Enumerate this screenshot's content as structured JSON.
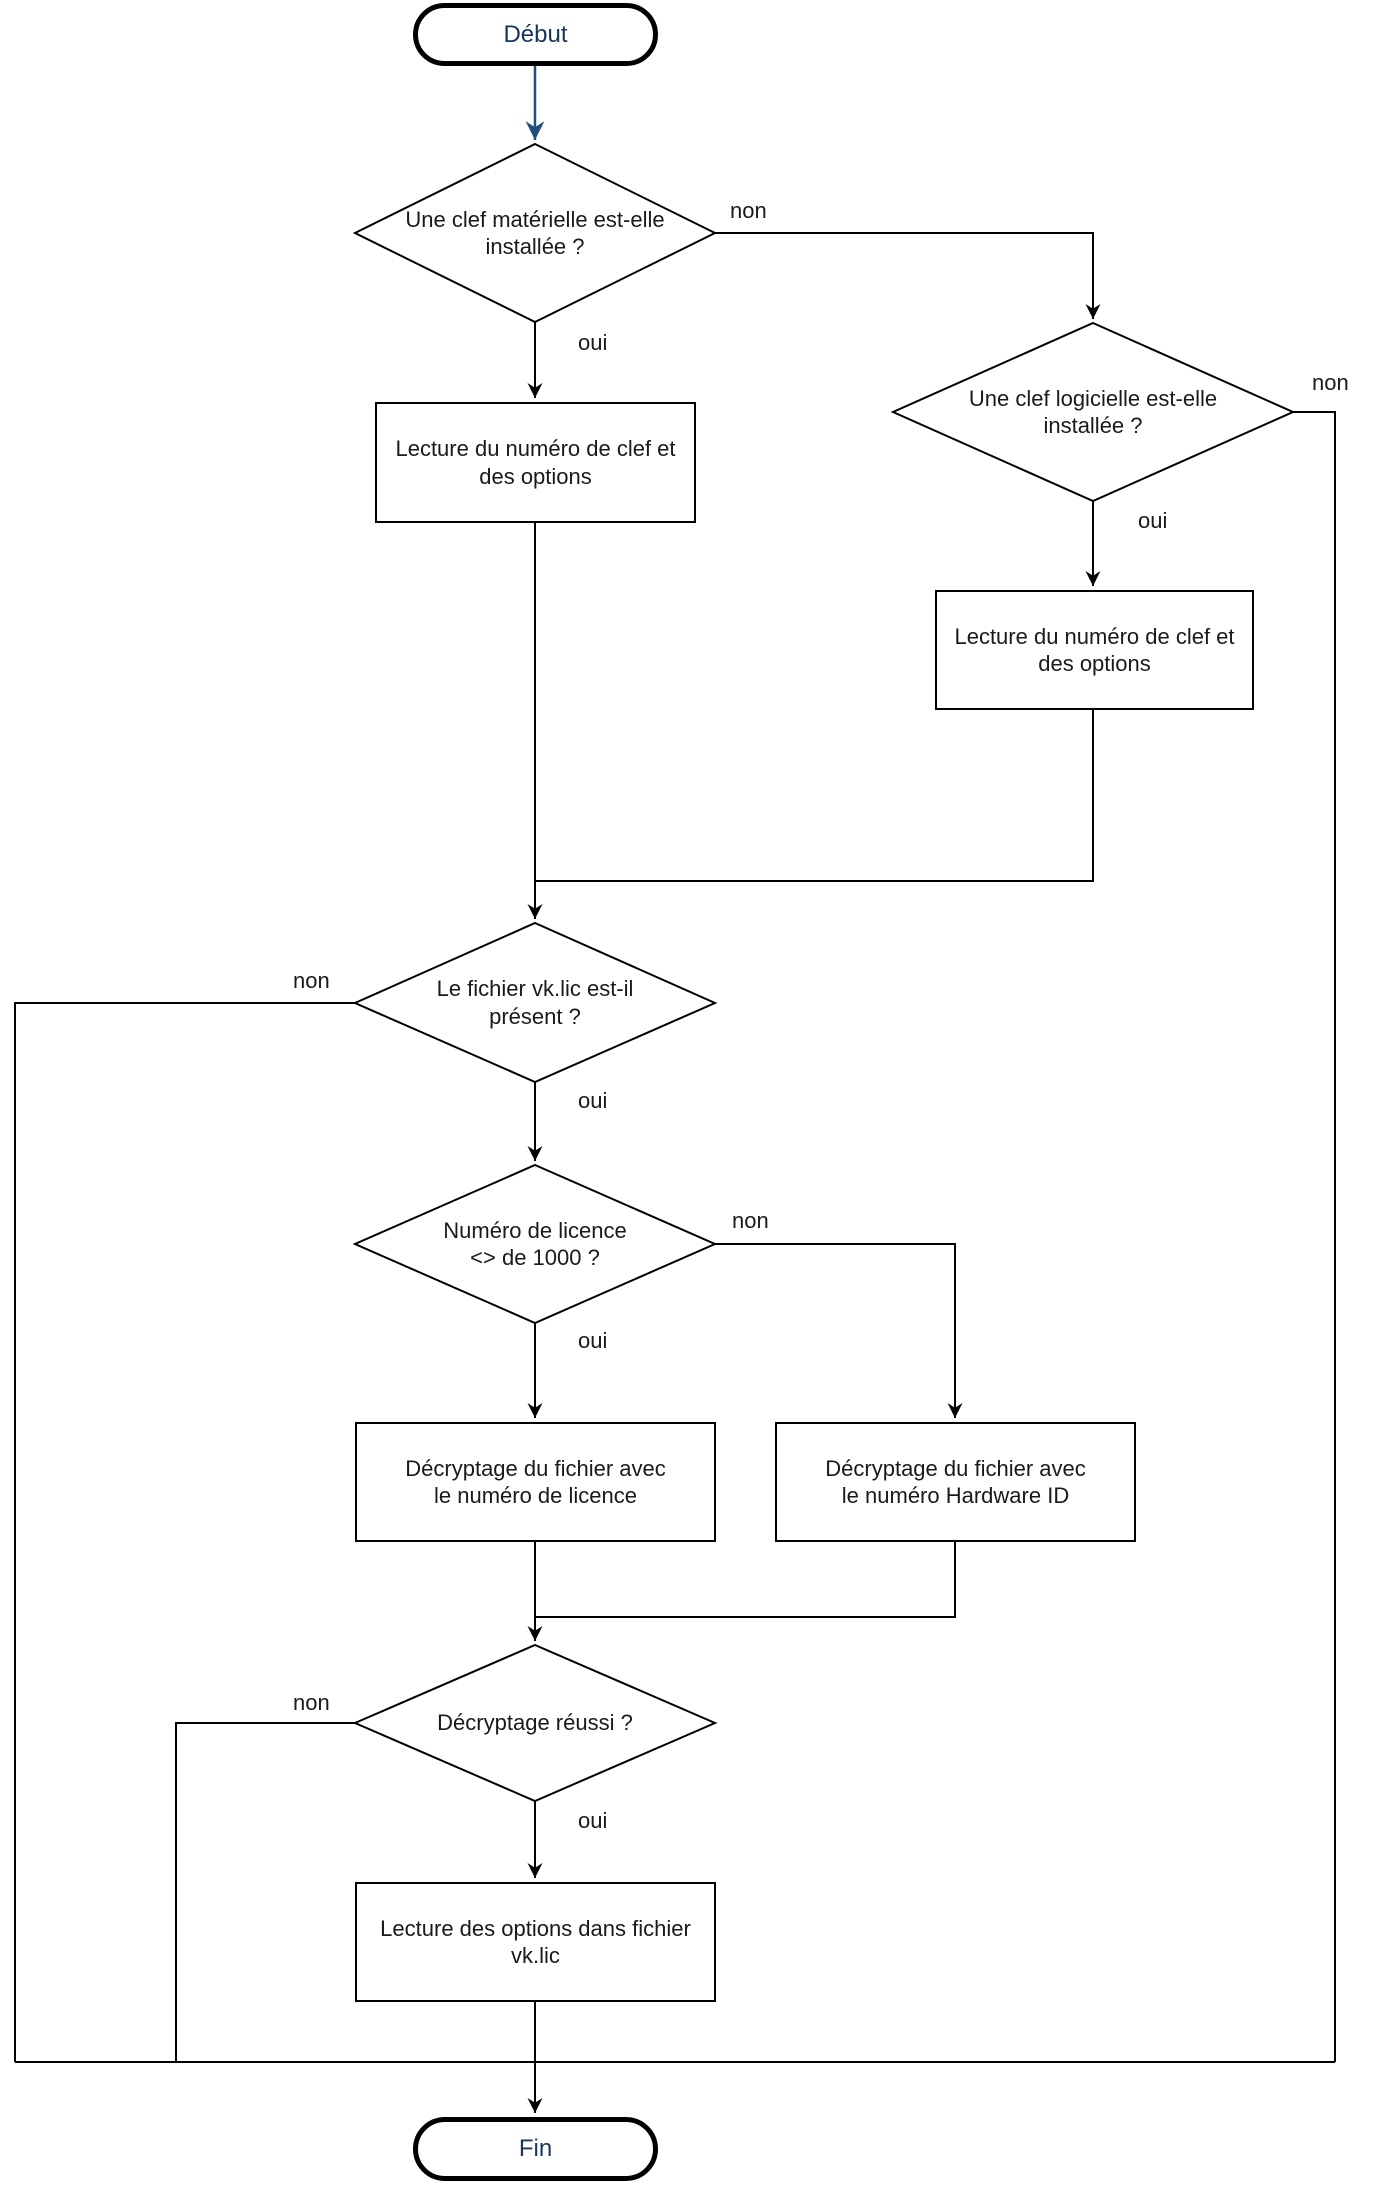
{
  "diagram_type": "flowchart",
  "colors": {
    "line": "#000000",
    "start_arrow": "#1f4e79",
    "node_text": "#1a1a1a",
    "terminal_text": "#17365d",
    "shape_fill": "#ffffff",
    "background": "#ffffff"
  },
  "nodes": {
    "start": {
      "label": "Début",
      "type": "terminal"
    },
    "hw_key_check": {
      "label": "Une clef matérielle est-elle\ninstallée ?",
      "type": "decision"
    },
    "read_key_hw": {
      "label": "Lecture du numéro de clef et\ndes options",
      "type": "process"
    },
    "sw_key_check": {
      "label": "Une clef logicielle est-elle\ninstallée ?",
      "type": "decision"
    },
    "read_key_sw": {
      "label": "Lecture du numéro de clef et\ndes options",
      "type": "process"
    },
    "vklic_check": {
      "label": "Le fichier vk.lic est-il\nprésent ?",
      "type": "decision"
    },
    "license_check": {
      "label": "Numéro de licence\n<> de 1000 ?",
      "type": "decision"
    },
    "decrypt_license": {
      "label": "Décryptage du fichier avec\nle numéro de licence",
      "type": "process"
    },
    "decrypt_hwid": {
      "label": "Décryptage du fichier avec\nle numéro Hardware ID",
      "type": "process"
    },
    "decrypt_ok_check": {
      "label": "Décryptage réussi ?",
      "type": "decision"
    },
    "read_options": {
      "label": "Lecture des options dans fichier\nvk.lic",
      "type": "process"
    },
    "end": {
      "label": "Fin",
      "type": "terminal"
    }
  },
  "edge_labels": {
    "hw_non": "non",
    "hw_oui": "oui",
    "sw_non": "non",
    "sw_oui": "oui",
    "vklic_non": "non",
    "vklic_oui": "oui",
    "lic_non": "non",
    "lic_oui": "oui",
    "decrypt_non": "non",
    "decrypt_oui": "oui"
  }
}
